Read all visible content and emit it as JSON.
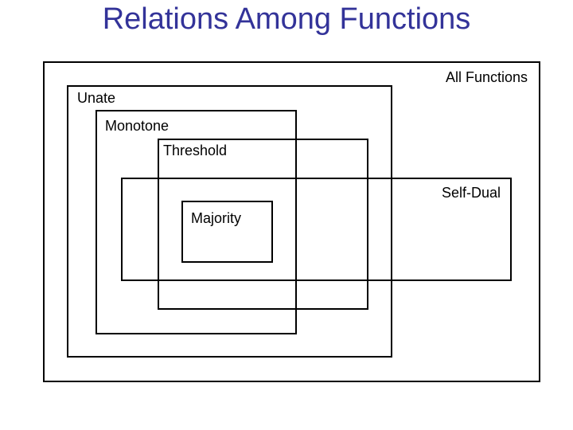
{
  "title": "Relations Among Functions",
  "colors": {
    "title_text": "#333399",
    "box_border": "#000000",
    "label_text": "#000000",
    "background": "#ffffff"
  },
  "diagram": {
    "description": "Nested/overlapping rectangles showing containment relations among Boolean function classes",
    "sets": [
      {
        "name": "all-functions",
        "label": "All Functions"
      },
      {
        "name": "unate",
        "label": "Unate"
      },
      {
        "name": "monotone",
        "label": "Monotone"
      },
      {
        "name": "threshold",
        "label": "Threshold"
      },
      {
        "name": "self-dual",
        "label": "Self-Dual"
      },
      {
        "name": "majority",
        "label": "Majority"
      }
    ]
  }
}
